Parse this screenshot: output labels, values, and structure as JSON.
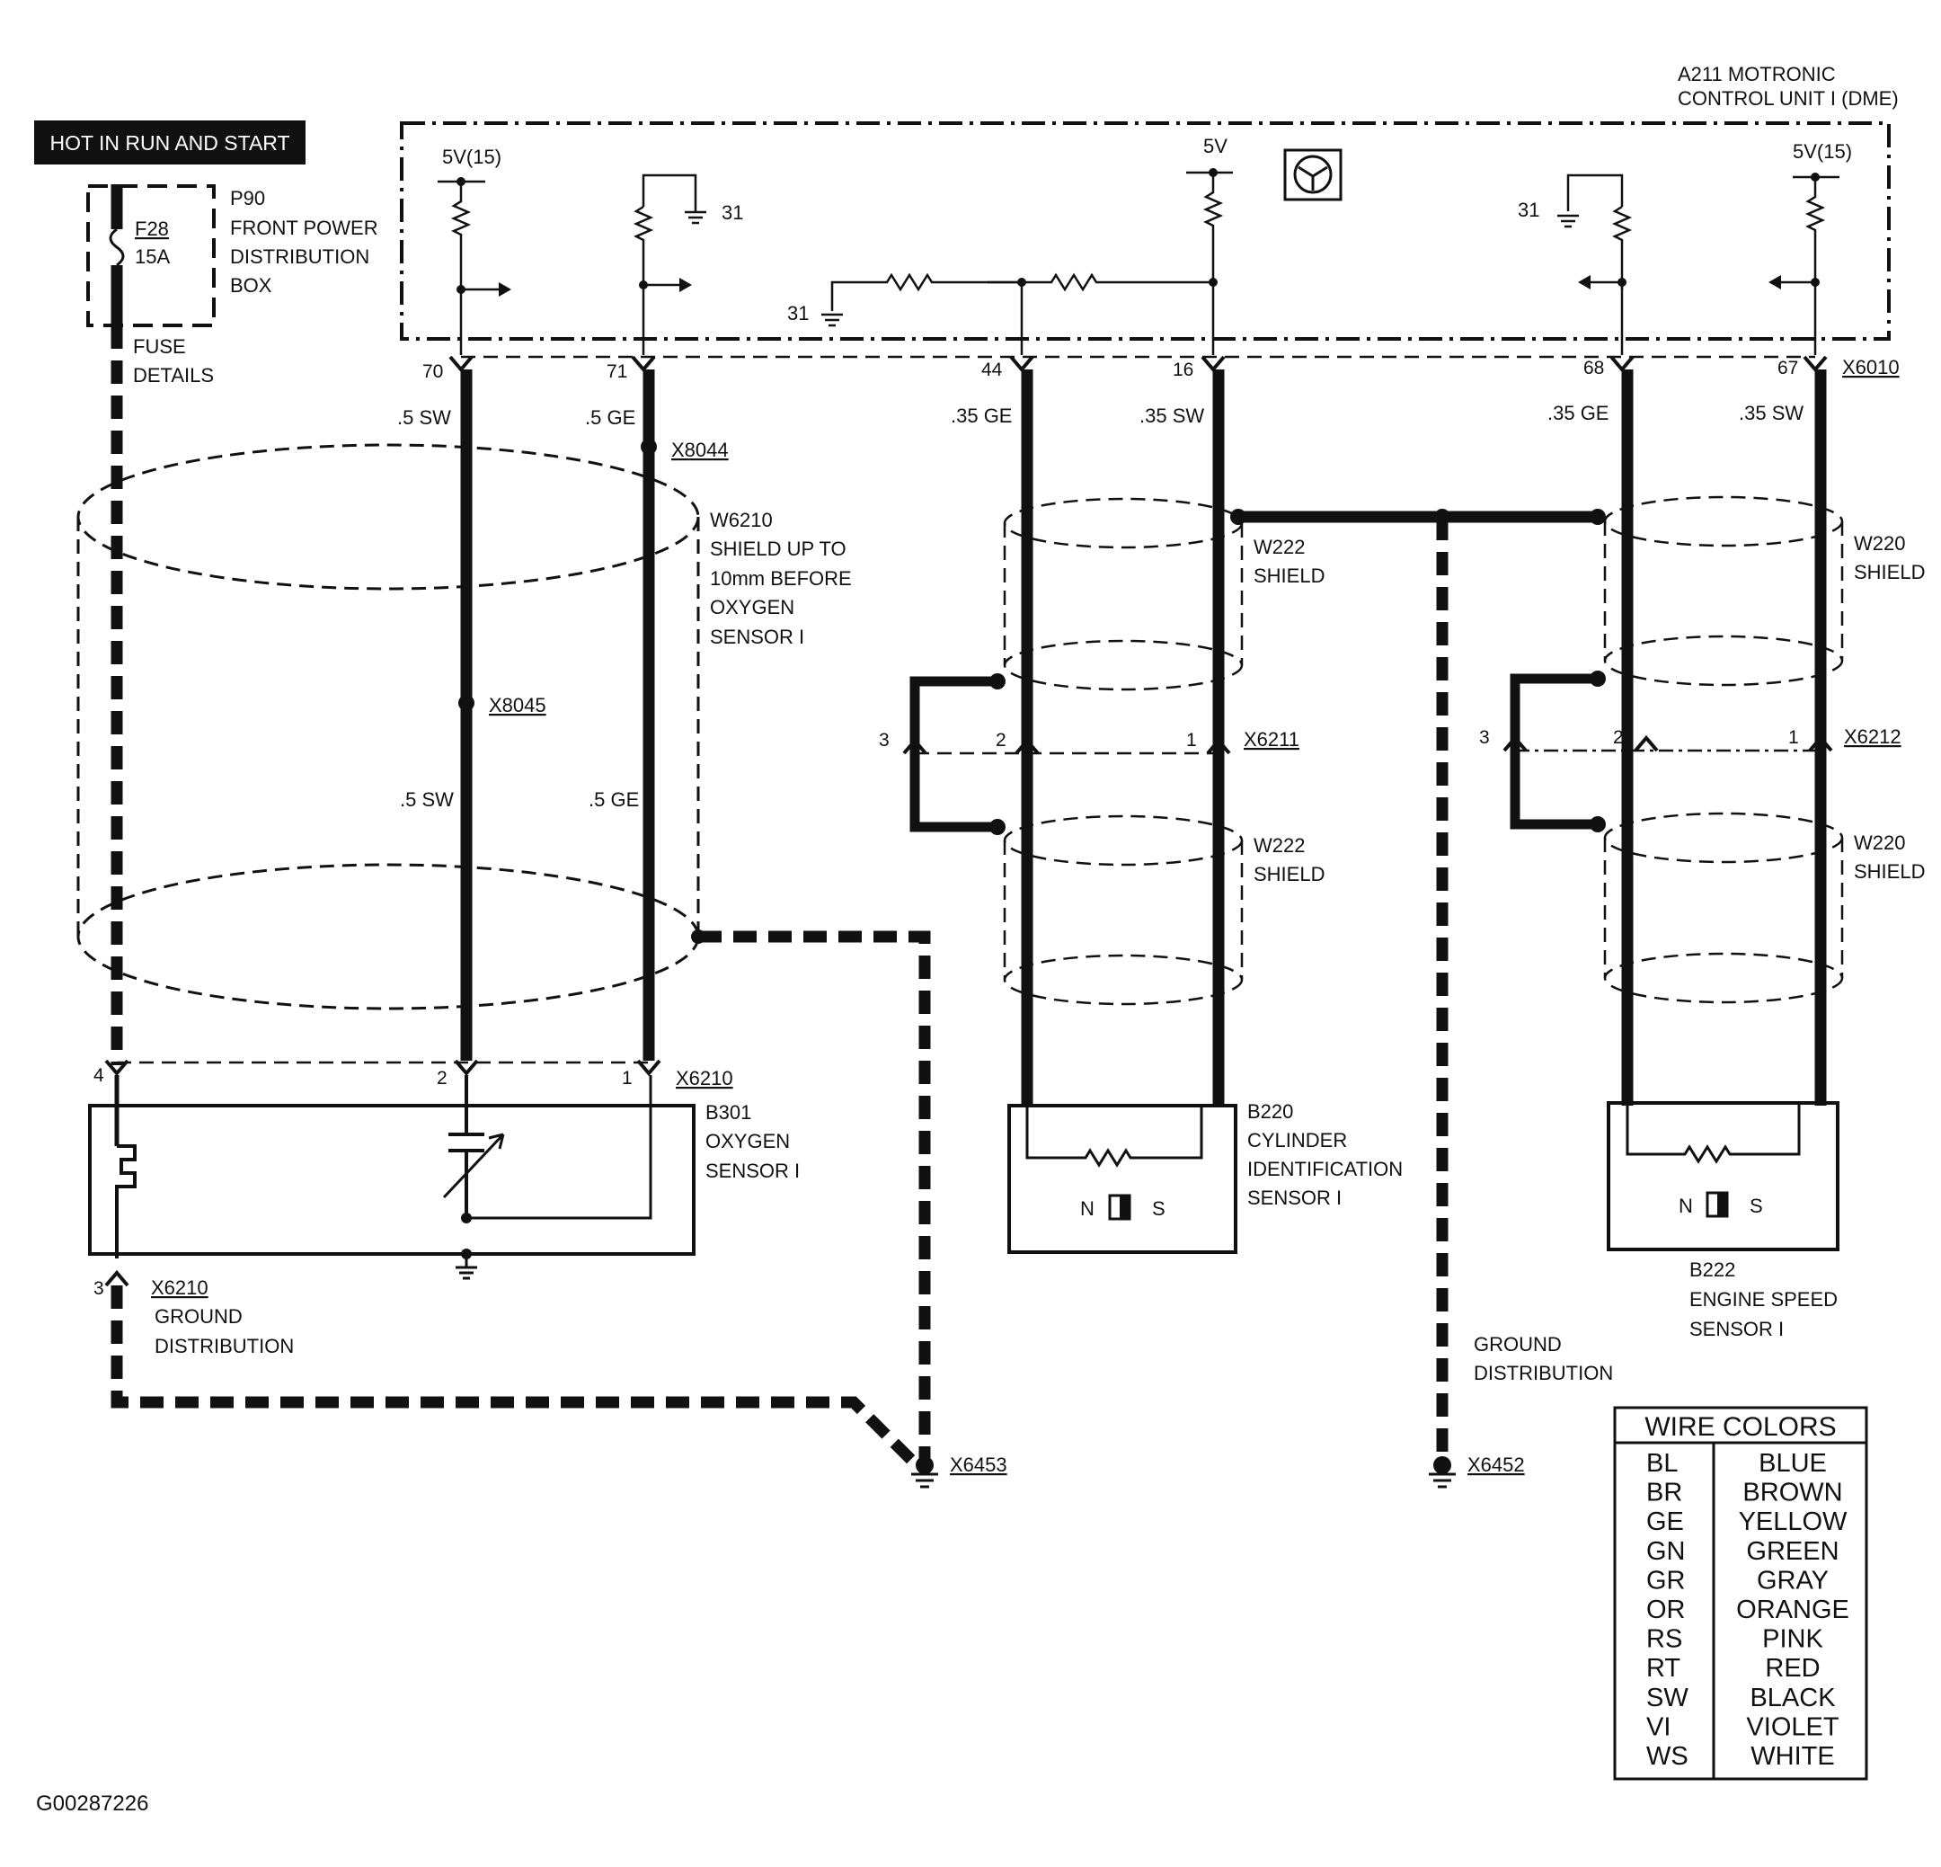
{
  "header": {
    "hot_label": "HOT IN RUN AND START"
  },
  "dme": {
    "label_line1": "A211 MOTRONIC",
    "label_line2": "CONTROL UNIT I (DME)",
    "icon": "transistor-icon"
  },
  "voltages": {
    "v5_15": "5V(15)",
    "v5": "5V"
  },
  "grounds": {
    "g31": "31"
  },
  "fuse": {
    "id": "F28",
    "rating": "15A",
    "box_line1": "P90",
    "box_line2": "FRONT POWER",
    "box_line3": "DISTRIBUTION",
    "box_line4": "BOX",
    "details_line1": "FUSE",
    "details_line2": "DETAILS"
  },
  "pins": {
    "p70": "70",
    "p71": "71",
    "p44": "44",
    "p16": "16",
    "p68": "68",
    "p67": "67",
    "c1": "1",
    "c2": "2",
    "c3": "3",
    "c4": "4"
  },
  "wires": {
    "sw05": ".5 SW",
    "ge05": ".5 GE",
    "ge035": ".35 GE",
    "sw035": ".35 SW"
  },
  "connectors": {
    "x6010": "X6010",
    "x8044": "X8044",
    "x8045": "X8045",
    "x6211": "X6211",
    "x6212": "X6212",
    "x6210": "X6210",
    "x6453": "X6453",
    "x6452": "X6452"
  },
  "shields": {
    "w6210_line1": "W6210",
    "w6210_line2": "SHIELD UP TO",
    "w6210_line3": "10mm BEFORE",
    "w6210_line4": "OXYGEN",
    "w6210_line5": "SENSOR I",
    "w222": "W222",
    "w220": "W220",
    "shield": "SHIELD"
  },
  "components": {
    "b301_line1": "B301",
    "b301_line2": "OXYGEN",
    "b301_line3": "SENSOR I",
    "b220_line1": "B220",
    "b220_line2": "CYLINDER",
    "b220_line3": "IDENTIFICATION",
    "b220_line4": "SENSOR I",
    "b222_line1": "B222",
    "b222_line2": "ENGINE SPEED",
    "b222_line3": "SENSOR I",
    "n": "N",
    "s": "S"
  },
  "ground_dist": {
    "line1": "GROUND",
    "line2": "DISTRIBUTION"
  },
  "legend": {
    "title": "WIRE COLORS",
    "rows": [
      {
        "code": "BL",
        "color": "BLUE"
      },
      {
        "code": "BR",
        "color": "BROWN"
      },
      {
        "code": "GE",
        "color": "YELLOW"
      },
      {
        "code": "GN",
        "color": "GREEN"
      },
      {
        "code": "GR",
        "color": "GRAY"
      },
      {
        "code": "OR",
        "color": "ORANGE"
      },
      {
        "code": "RS",
        "color": "PINK"
      },
      {
        "code": "RT",
        "color": "RED"
      },
      {
        "code": "SW",
        "color": "BLACK"
      },
      {
        "code": "VI",
        "color": "VIOLET"
      },
      {
        "code": "WS",
        "color": "WHITE"
      }
    ]
  },
  "footer": {
    "figure_id": "G00287226"
  }
}
